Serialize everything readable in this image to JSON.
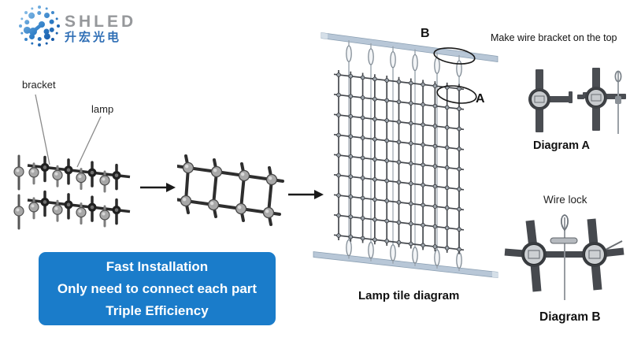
{
  "logo": {
    "brand": "SHLED",
    "brand_cn": "升宏光电"
  },
  "annotations": {
    "bracket": "bracket",
    "lamp": "lamp",
    "marker_b": "B",
    "marker_a": "A"
  },
  "captions": {
    "lamp_tile": "Lamp tile diagram",
    "wire_bracket_note": "Make wire bracket on the top",
    "diagram_a": "Diagram A",
    "wire_lock": "Wire lock",
    "diagram_b": "Diagram B"
  },
  "banner": {
    "lines": [
      "Fast Installation",
      "Only need to connect each part",
      "Triple Efficiency"
    ],
    "bg": "#1a7cca",
    "fg": "#ffffff"
  },
  "colors": {
    "brand_gray": "#96989b",
    "brand_blue": "#2e6eb5",
    "bar_fill": "#b8c7d7",
    "bar_stroke": "#8ca0b3",
    "mesh_line": "#45484d",
    "node_fill": "#9aa1a8"
  }
}
